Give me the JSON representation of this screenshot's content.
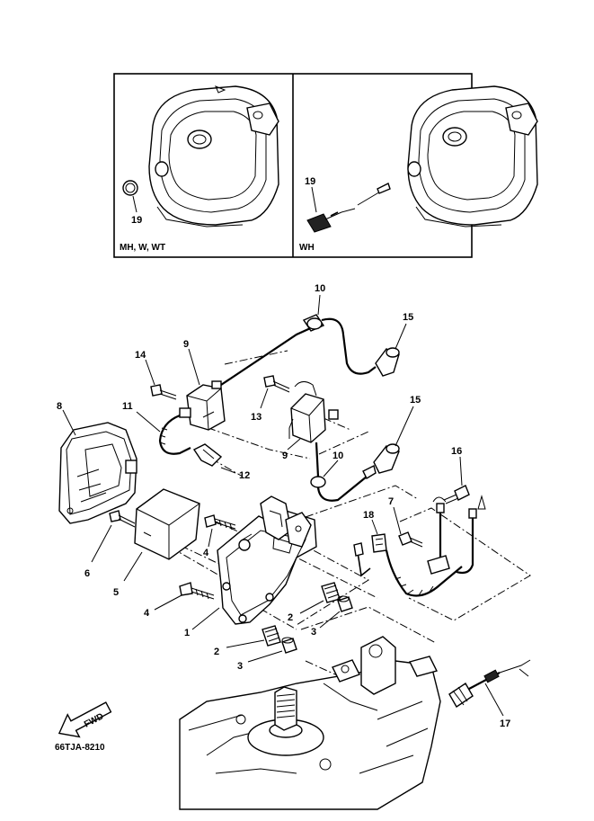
{
  "drawing_code": "66TJA-8210",
  "direction_label": "FWD",
  "inset_left_caption": "MH, W, WT",
  "inset_right_caption": "WH",
  "callouts": {
    "c1": "1",
    "c2a": "2",
    "c2b": "2",
    "c3a": "3",
    "c3b": "3",
    "c4a": "4",
    "c4b": "4",
    "c5": "5",
    "c6": "6",
    "c7": "7",
    "c8": "8",
    "c9a": "9",
    "c9b": "9",
    "c10a": "10",
    "c10b": "10",
    "c11": "11",
    "c12": "12",
    "c13": "13",
    "c14": "14",
    "c15a": "15",
    "c15b": "15",
    "c16": "16",
    "c17": "17",
    "c18": "18",
    "c19a": "19",
    "c19b": "19"
  }
}
